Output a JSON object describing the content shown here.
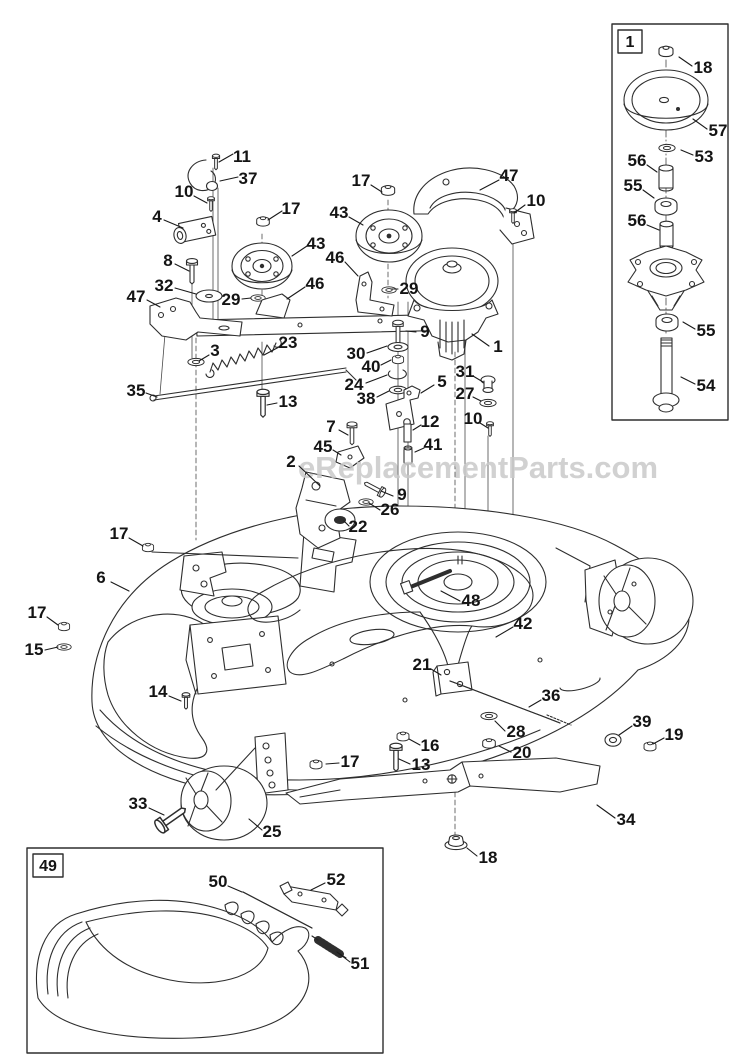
{
  "watermark": "eReplacementParts.com",
  "insets": {
    "spindle_box_label": "1",
    "cover_box_label": "49"
  },
  "callouts": {
    "main": [
      "11",
      "37",
      "10",
      "4",
      "17",
      "43",
      "8",
      "32",
      "47",
      "29",
      "46",
      "23",
      "3",
      "35",
      "13",
      "17",
      "43",
      "46",
      "29",
      "47",
      "10",
      "1",
      "9",
      "30",
      "40",
      "24",
      "38",
      "5",
      "31",
      "27",
      "10",
      "12",
      "41",
      "7",
      "45",
      "2",
      "9",
      "26",
      "22",
      "17",
      "6",
      "17",
      "15",
      "14",
      "48",
      "42",
      "21",
      "36",
      "28",
      "39",
      "19",
      "16",
      "20",
      "17",
      "13",
      "25",
      "33",
      "34",
      "18"
    ],
    "spindle": [
      "18",
      "57",
      "53",
      "56",
      "55",
      "56",
      "55",
      "54"
    ],
    "cover": [
      "50",
      "52",
      "51"
    ]
  }
}
